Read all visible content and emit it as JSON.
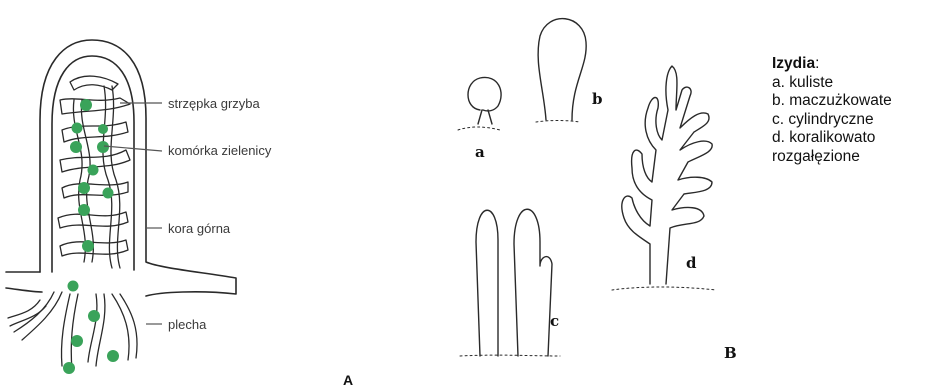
{
  "panel_a": {
    "labels": {
      "hypha": "strzępka grzyba",
      "algal_cell": "komórka zielenicy",
      "upper_cortex": "kora górna",
      "thallus": "plecha"
    },
    "panel_letter": "A"
  },
  "panel_b": {
    "shape_letters": {
      "a": "a",
      "b": "b",
      "c": "c",
      "d": "d"
    },
    "panel_letter": "B"
  },
  "legend": {
    "title": "Izydia",
    "colon": ":",
    "items": [
      "a. kuliste",
      "b. maczużkowate",
      "c. cylindryczne",
      "d. koralikowato rozgałęzione"
    ]
  },
  "colors": {
    "algal_cell": "#3aa35a",
    "outline": "#2a2a2a"
  }
}
